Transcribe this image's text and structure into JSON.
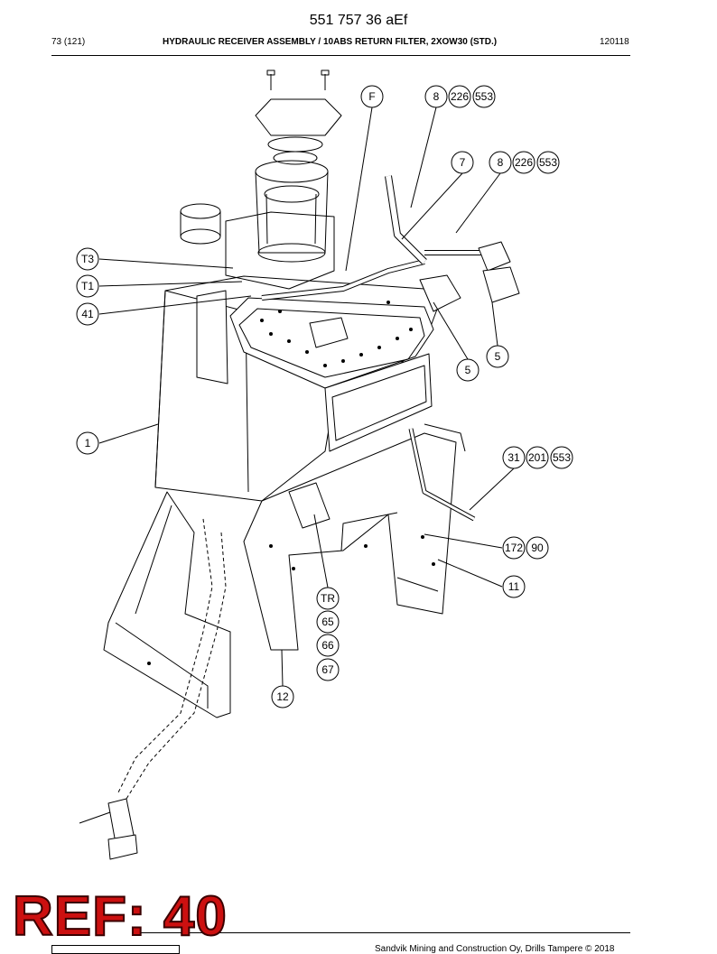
{
  "header": {
    "doc_number": "551 757 36 aEf",
    "page": "73 (121)",
    "title": "HYDRAULIC RECEIVER ASSEMBLY / 10ABS RETURN FILTER, 2XOW30 (STD.)",
    "date_code": "120118"
  },
  "callouts": {
    "F": "F",
    "c8a": "8",
    "c226a": "226",
    "c553a": "553",
    "c7": "7",
    "c8b": "8",
    "c226b": "226",
    "c553b": "553",
    "T3": "T3",
    "T1": "T1",
    "c41": "41",
    "c5a": "5",
    "c5b": "5",
    "c1": "1",
    "c31": "31",
    "c201": "201",
    "c553c": "553",
    "c172": "172",
    "c90": "90",
    "c11": "11",
    "TR": "TR",
    "c65": "65",
    "c66": "66",
    "c67": "67",
    "c12": "12"
  },
  "stamp": {
    "ref": "REF: 40"
  },
  "footer": {
    "copyright": "Sandvik Mining and Construction Oy, Drills Tampere © 2018"
  }
}
